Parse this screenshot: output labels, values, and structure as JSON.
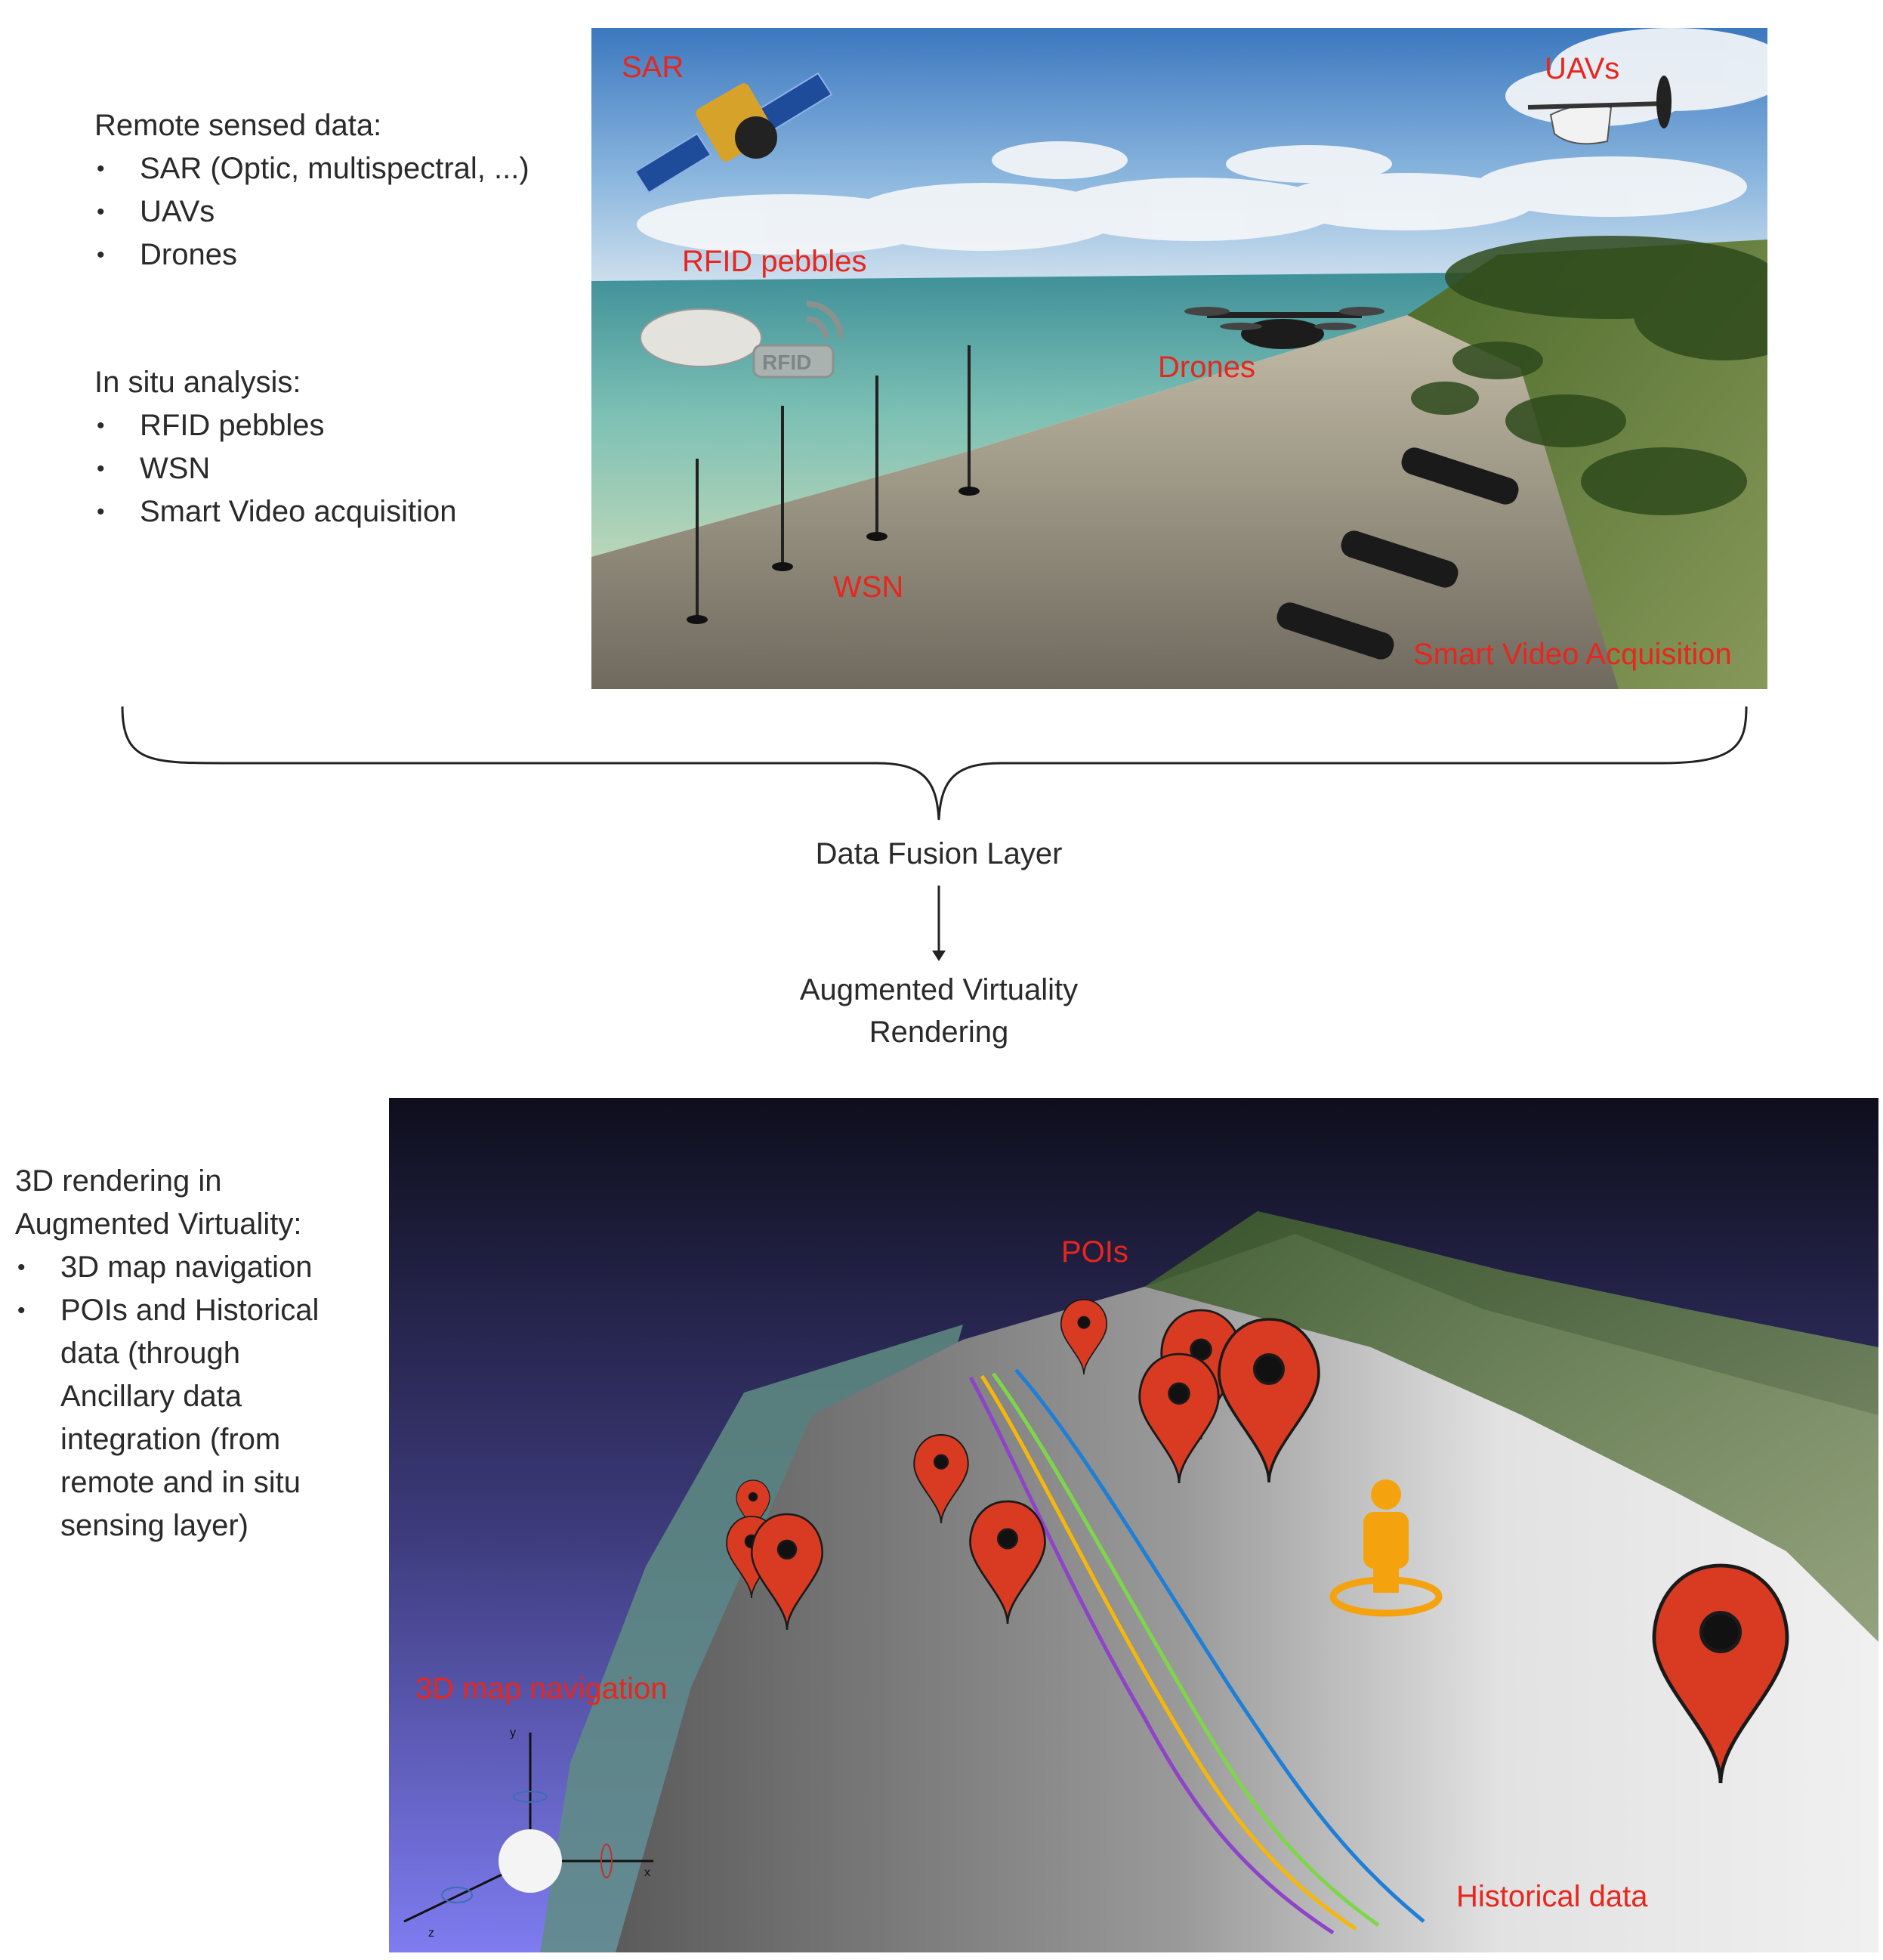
{
  "top_left": {
    "remote_title": "Remote sensed data:",
    "remote_items": [
      "SAR (Optic, multispectral, ...)",
      "UAVs",
      "Drones"
    ],
    "insitu_title": "In situ analysis:",
    "insitu_items": [
      "RFID pebbles",
      "WSN",
      "Smart Video acquisition"
    ]
  },
  "beach_image": {
    "labels": {
      "sar": "SAR",
      "uavs": "UAVs",
      "rfid": "RFID pebbles",
      "rfid_badge": "RFID",
      "drones": "Drones",
      "wsn": "WSN",
      "smart_video": "Smart Video Acquisition"
    }
  },
  "flow": {
    "fusion": "Data Fusion Layer",
    "rendering_line1": "Augmented Virtuality",
    "rendering_line2": "Rendering"
  },
  "bottom_left": {
    "title_line1": "3D rendering in",
    "title_line2": "Augmented Virtuality:",
    "items": [
      "3D map navigation",
      "POIs and Historical data (through Ancillary data integration (from remote and in situ sensing layer)"
    ]
  },
  "map_image": {
    "labels": {
      "pois": "POIs",
      "nav": "3D map navigation",
      "historical": "Historical data"
    },
    "axes": {
      "x": "x",
      "y": "y",
      "z": "z"
    }
  },
  "colors": {
    "label_red": "#e8261d",
    "pin_red": "#d93a22",
    "person_orange": "#f5a20f",
    "line_purple": "#8e44c8",
    "line_yellow": "#f5b80a",
    "line_green": "#7ed64a",
    "line_blue": "#1f7fd6"
  }
}
